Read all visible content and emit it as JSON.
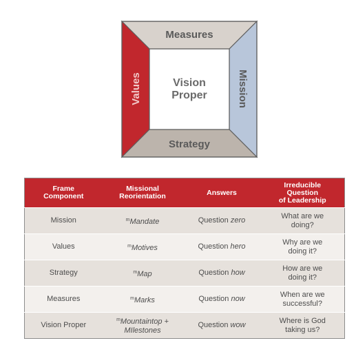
{
  "diagram": {
    "top": "Measures",
    "left": "Values",
    "right": "Mission",
    "bottom": "Strategy",
    "center_line1": "Vision",
    "center_line2": "Proper",
    "colors": {
      "top": "#d8d2cc",
      "left": "#c1272d",
      "right": "#b8c6da",
      "bottom": "#bcb4ac",
      "center": "#ffffff",
      "stroke": "#5e5e5e"
    }
  },
  "table": {
    "headers": {
      "col1": [
        "Frame",
        "Component"
      ],
      "col2": [
        "Missional",
        "Reorientation"
      ],
      "col3": [
        "Answers"
      ],
      "col4": [
        "Irreducible",
        "Question",
        "of Leadership"
      ]
    },
    "rows": [
      {
        "component": "Mission",
        "prefix": "m",
        "reorientation": "Mandate",
        "reorientation2": "",
        "answer_pre": "Question ",
        "answer_em": "zero",
        "question1": "What are we",
        "question2": "doing?"
      },
      {
        "component": "Values",
        "prefix": "m",
        "reorientation": "Motives",
        "reorientation2": "",
        "answer_pre": "Question ",
        "answer_em": "hero",
        "question1": "Why are we",
        "question2": "doing it?"
      },
      {
        "component": "Strategy",
        "prefix": "m",
        "reorientation": "Map",
        "reorientation2": "",
        "answer_pre": "Question ",
        "answer_em": "how",
        "question1": "How are we",
        "question2": "doing it?"
      },
      {
        "component": "Measures",
        "prefix": "m",
        "reorientation": "Marks",
        "reorientation2": "",
        "answer_pre": "Question ",
        "answer_em": "now",
        "question1": "When are we",
        "question2": "successful?"
      },
      {
        "component": "Vision Proper",
        "prefix": "m",
        "reorientation": "Mountaintop +",
        "reorientation2": "MIlestones",
        "answer_pre": "Question ",
        "answer_em": "wow",
        "question1": "Where is God",
        "question2": "taking us?"
      }
    ]
  }
}
